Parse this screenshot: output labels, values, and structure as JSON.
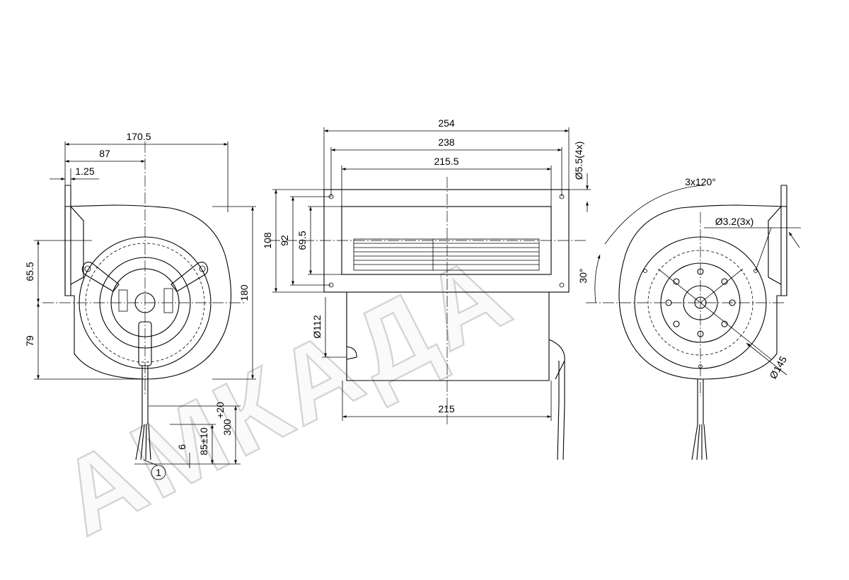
{
  "watermark": {
    "text": "АМКАДА"
  },
  "dimensions": {
    "left_view": {
      "width_total": "170.5",
      "width_87": "87",
      "offset_125": "1.25",
      "height_655": "65.5",
      "height_79": "79",
      "height_180": "180",
      "cable_300": "300",
      "cable_300_tol": "+20",
      "cable_85": "85",
      "cable_85_tol": "±10",
      "strip_6": "6",
      "callout_1": "1"
    },
    "middle_view": {
      "width_254": "254",
      "width_238": "238",
      "width_2155": "215.5",
      "height_108": "108",
      "height_92": "92",
      "height_695": "69.5",
      "hole_55": "Ø5.5(4x)",
      "diam_112": "Ø112",
      "width_215": "215"
    },
    "right_view": {
      "angle_3x120": "3x120°",
      "hole_32": "Ø3.2(3x)",
      "angle_30": "30°",
      "diam_145": "Ø145"
    }
  },
  "icons": [
    "arrow-dimension-icon",
    "centerline-icon",
    "callout-circle-icon"
  ]
}
